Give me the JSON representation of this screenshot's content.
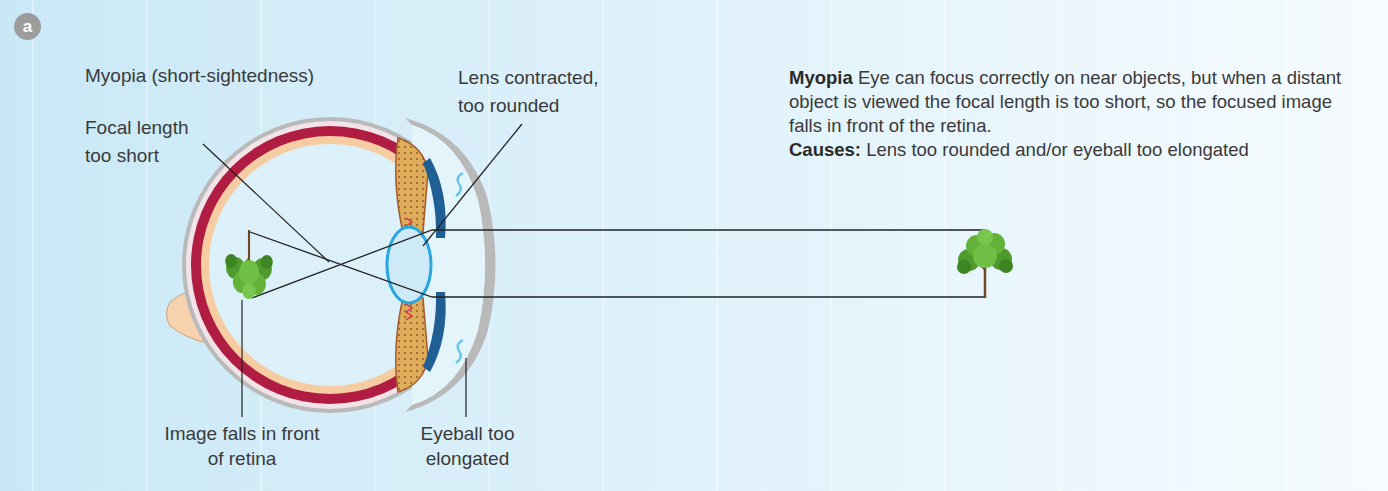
{
  "diagram": {
    "nodes": [
      {
        "text": [
          "a"
        ]
      }
    ],
    "labels": [
      "Myopia (short-sightedness)",
      "Focal length too short",
      "Lens contracted, too rounded",
      "Image falls in front of retina",
      "Eyeball too elongated",
      "Myopia",
      "Eye can focus correctly on near objects, but when a distant object is viewed the focal length is too short, so the focused image falls in front of the retina.",
      "Causes:",
      "Lens too rounded and/or eyeball too elongated"
    ]
  }
}
